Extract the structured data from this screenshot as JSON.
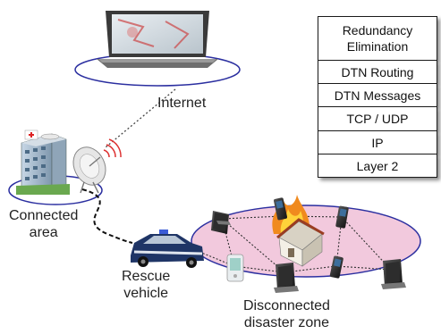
{
  "labels": {
    "internet": "Internet",
    "connected_area": "Connected\narea",
    "rescue_vehicle": "Rescue\nvehicle",
    "disconnected_zone": "Disconnected\ndisaster zone"
  },
  "protocol_stack": {
    "layers": [
      {
        "label": "Redundancy Elimination"
      },
      {
        "label": "DTN Routing"
      },
      {
        "label": "DTN Messages"
      },
      {
        "label": "TCP / UDP"
      },
      {
        "label": "IP"
      },
      {
        "label": "Layer 2"
      }
    ]
  },
  "colors": {
    "internet_ellipse_fill": "#ffffff",
    "ellipse_stroke": "#2b2fa0",
    "disaster_zone_fill": "#f2c9dd",
    "connected_area_fill": "#ffffff"
  },
  "icons": {
    "internet": "laptop-icon",
    "connected_area": "hospital-building-icon",
    "antenna": "satellite-dish-icon",
    "rescue_vehicle": "police-car-icon",
    "burning_house": "burning-house-icon",
    "devices": [
      "tablet-icon",
      "phone-icon",
      "pda-icon"
    ]
  }
}
